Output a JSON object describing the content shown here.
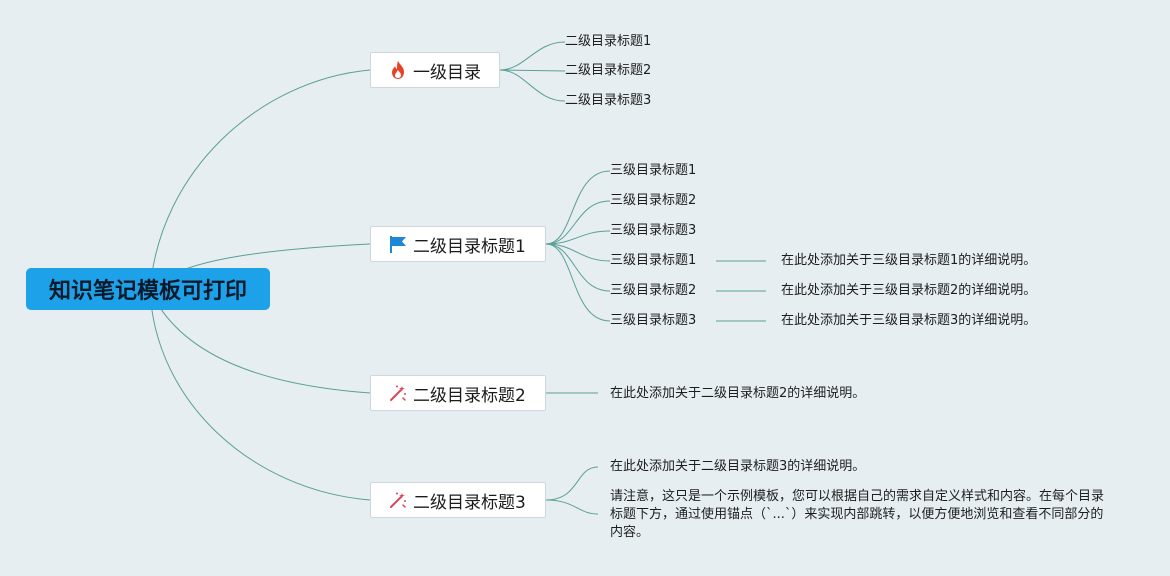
{
  "root": {
    "title": "知识笔记模板可打印"
  },
  "branches": [
    {
      "label": "一级目录",
      "icon": "fire-icon",
      "children": [
        "二级目录标题1",
        "二级目录标题2",
        "二级目录标题3"
      ]
    },
    {
      "label": "二级目录标题1",
      "icon": "flag-icon",
      "children": [
        "三级目录标题1",
        "三级目录标题2",
        "三级目录标题3"
      ],
      "detailed_children": [
        {
          "label": "三级目录标题1",
          "note": "在此处添加关于三级目录标题1的详细说明。"
        },
        {
          "label": "三级目录标题2",
          "note": "在此处添加关于三级目录标题2的详细说明。"
        },
        {
          "label": "三级目录标题3",
          "note": "在此处添加关于三级目录标题3的详细说明。"
        }
      ]
    },
    {
      "label": "二级目录标题2",
      "icon": "sparkle-icon",
      "note": "在此处添加关于二级目录标题2的详细说明。"
    },
    {
      "label": "二级目录标题3",
      "icon": "sparkle-icon",
      "note": "在此处添加关于二级目录标题3的详细说明。",
      "paragraph": "请注意，这只是一个示例模板，您可以根据自己的需求自定义样式和内容。在每个目录标题下方，通过使用锚点（`...`）来实现内部跳转，以便方便地浏览和查看不同部分的内容。"
    }
  ],
  "colors": {
    "background": "#e6eef2",
    "root": "#1da1e8",
    "connector": "#5aa095",
    "fire": "#e8412a",
    "flag": "#1e88d6",
    "sparkle": "#d9475a"
  }
}
